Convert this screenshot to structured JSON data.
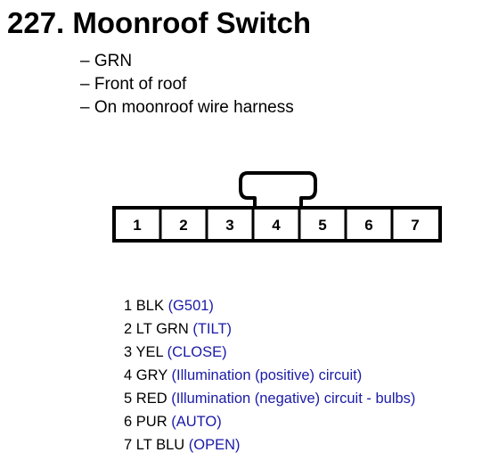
{
  "title": "227. Moonroof Switch",
  "notes": [
    "– GRN",
    "– Front of roof",
    "– On moonroof wire harness"
  ],
  "connector": {
    "pins": [
      "1",
      "2",
      "3",
      "4",
      "5",
      "6",
      "7"
    ]
  },
  "pinout": [
    {
      "pin": "1",
      "wire": "BLK",
      "function": "(G501)"
    },
    {
      "pin": "2",
      "wire": "LT GRN",
      "function": "(TILT)"
    },
    {
      "pin": "3",
      "wire": "YEL",
      "function": "(CLOSE)"
    },
    {
      "pin": "4",
      "wire": "GRY",
      "function": "(Illumination (positive) circuit)"
    },
    {
      "pin": "5",
      "wire": "RED",
      "function": "(Illumination (negative) circuit - bulbs)"
    },
    {
      "pin": "6",
      "wire": "PUR",
      "function": "(AUTO)"
    },
    {
      "pin": "7",
      "wire": "LT BLU",
      "function": "(OPEN)"
    }
  ],
  "colors": {
    "text": "#000000",
    "function_text": "#1a1aa8"
  }
}
